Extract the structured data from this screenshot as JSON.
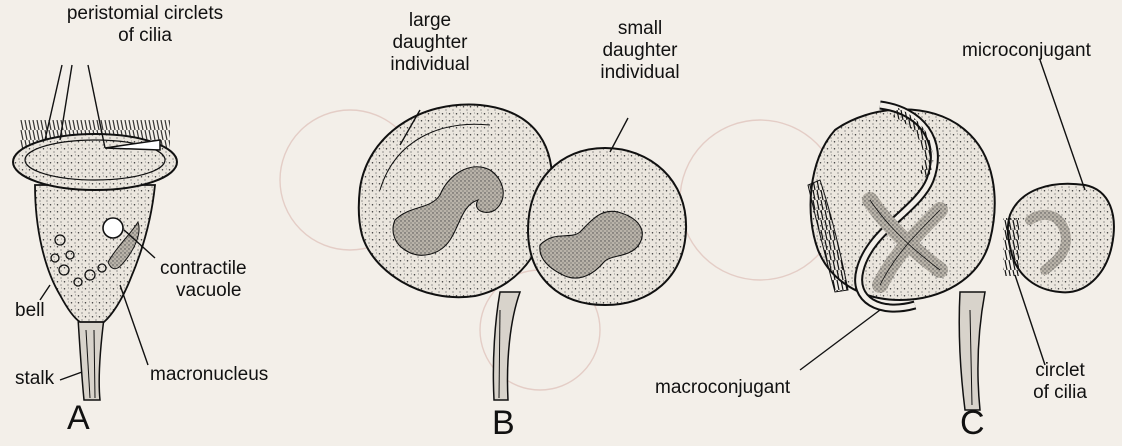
{
  "panels": [
    {
      "letter": "A",
      "labels": {
        "peristomial_1": "peristomial circlets",
        "peristomial_2": "of cilia",
        "contractile_1": "contractile",
        "contractile_2": "vacuole",
        "bell": "bell",
        "stalk": "stalk",
        "macronucleus": "macronucleus"
      }
    },
    {
      "letter": "B",
      "labels": {
        "large_1": "large",
        "large_2": "daughter",
        "large_3": "individual",
        "small_1": "small",
        "small_2": "daughter",
        "small_3": "individual"
      }
    },
    {
      "letter": "C",
      "labels": {
        "microconjugant": "microconjugant",
        "macroconjugant": "macroconjugant",
        "circlet_1": "circlet",
        "circlet_2": "of cilia"
      }
    }
  ],
  "colors": {
    "background": "#f3efe9",
    "ink": "#111111",
    "cell_fill": "#e9e4dc",
    "nucleus_fill": "#b8b2a8",
    "faded_bg": "#e4c4bf"
  }
}
